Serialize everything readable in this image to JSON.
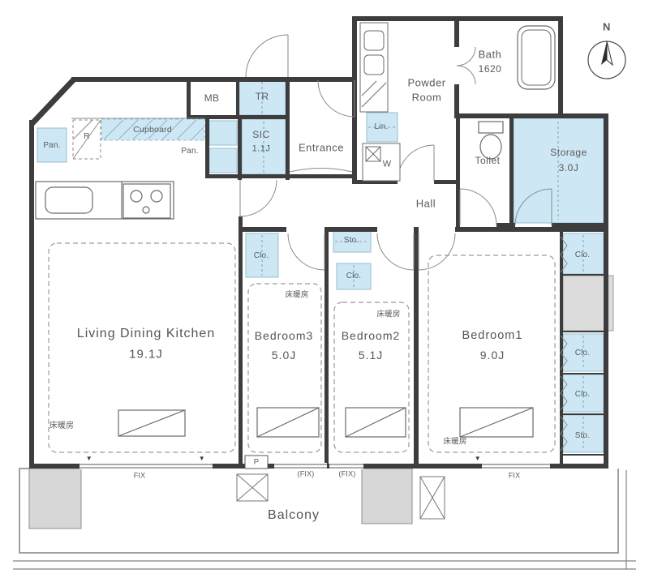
{
  "plan": {
    "compass_label": "N",
    "balcony": "Balcony",
    "hall": "Hall",
    "entrance": "Entrance"
  },
  "rooms": {
    "ldk": {
      "name": "Living Dining Kitchen",
      "size": "19.1J"
    },
    "bedroom1": {
      "name": "Bedroom1",
      "size": "9.0J"
    },
    "bedroom2": {
      "name": "Bedroom2",
      "size": "5.1J"
    },
    "bedroom3": {
      "name": "Bedroom3",
      "size": "5.0J"
    },
    "bath": {
      "name": "Bath",
      "size": "1620"
    },
    "powder_room": {
      "line1": "Powder",
      "line2": "Room"
    },
    "toilet": "Toilet",
    "storage": {
      "name": "Storage",
      "size": "3.0J"
    },
    "sic": {
      "name": "SIC",
      "size": "1.1J"
    }
  },
  "labels": {
    "mb": "MB",
    "tr": "TR",
    "cupboard": "Cupboard",
    "pantry": "Pan.",
    "refrigerator": "R",
    "linen": "Lin.",
    "washer": "W",
    "closet": "Clo.",
    "storage_small": "Sto.",
    "floor_heating": "床暖房",
    "fix_window": "FIX",
    "fix_window_paren": "(FIX)",
    "pipe_shaft": "P",
    "window_marker": "▼"
  },
  "colors": {
    "wall": "#3d3d3d",
    "storage_fill": "#cde8f4",
    "gray_block": "#d7d7d7",
    "text": "#5a5a5a"
  }
}
